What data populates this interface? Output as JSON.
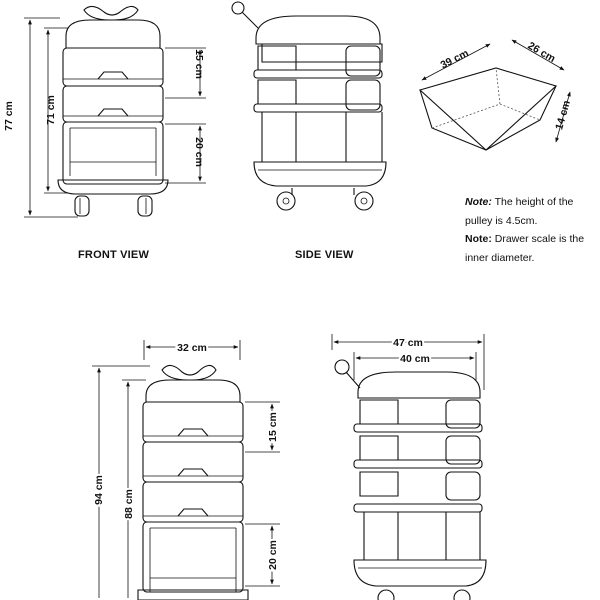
{
  "views": {
    "front": "FRONT VIEW",
    "side": "SIDE VIEW"
  },
  "notes": {
    "note1_prefix": "Note:",
    "note1_text": " The height of the pulley is 4.5cm.",
    "note2_prefix": "Note:",
    "note2_text": " Drawer scale is the inner diameter."
  },
  "top_front_dims": {
    "total_height": "77 cm",
    "body_height": "71 cm",
    "drawer_small": "15 cm",
    "drawer_large": "20 cm"
  },
  "drawer_box_dims": {
    "length": "39 cm",
    "width": "26 cm",
    "depth": "14 cm"
  },
  "bottom_front_dims": {
    "width": "32 cm",
    "total_height": "94 cm",
    "body_height": "88 cm",
    "drawer_small": "15 cm",
    "drawer_large": "20 cm"
  },
  "bottom_side_dims": {
    "outer_width": "47 cm",
    "inner_width": "40 cm"
  }
}
